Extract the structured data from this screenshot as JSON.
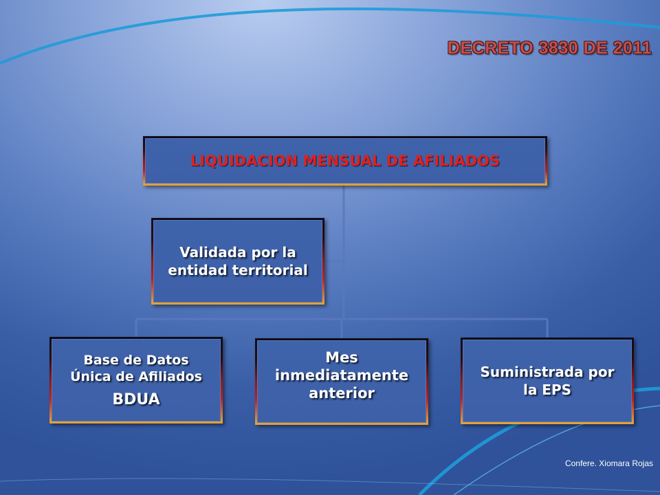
{
  "slide": {
    "decree_title": "DECRETO 3830 DE 2011",
    "credit": "Confere. Xiomara Rojas"
  },
  "diagram": {
    "top": {
      "label": "LIQUIDACION MENSUAL DE AFILIADOS"
    },
    "assistant": {
      "line1": "Validada por la",
      "line2": "entidad territorial"
    },
    "children": [
      {
        "line1": "Base de Datos",
        "line2": "Única de Afiliados",
        "line3": "BDUA"
      },
      {
        "line1": "Mes",
        "line2": "inmediatamente",
        "line3": "anterior"
      },
      {
        "line1": "Suministrada por",
        "line2": "la EPS"
      }
    ]
  },
  "colors": {
    "top_text": "#e02020",
    "decree_text": "#c0504d",
    "box_fill": "#3f63ab"
  }
}
